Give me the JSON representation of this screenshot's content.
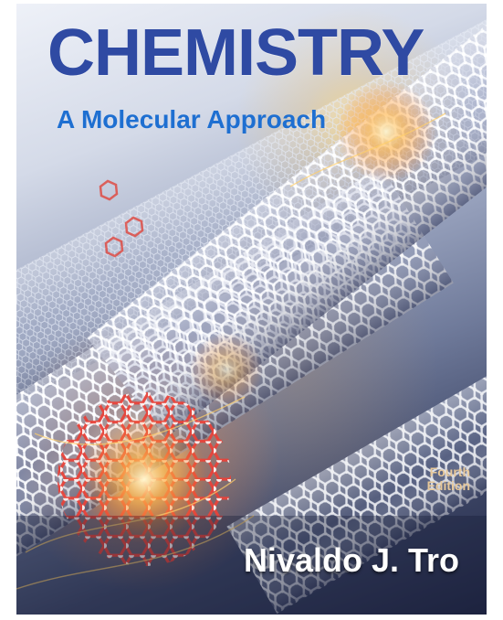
{
  "cover": {
    "title": "CHEMISTRY",
    "subtitle": "A Molecular Approach",
    "edition_line1": "Fourth",
    "edition_line2": "Edition",
    "author": "Nivaldo J. Tro"
  }
}
